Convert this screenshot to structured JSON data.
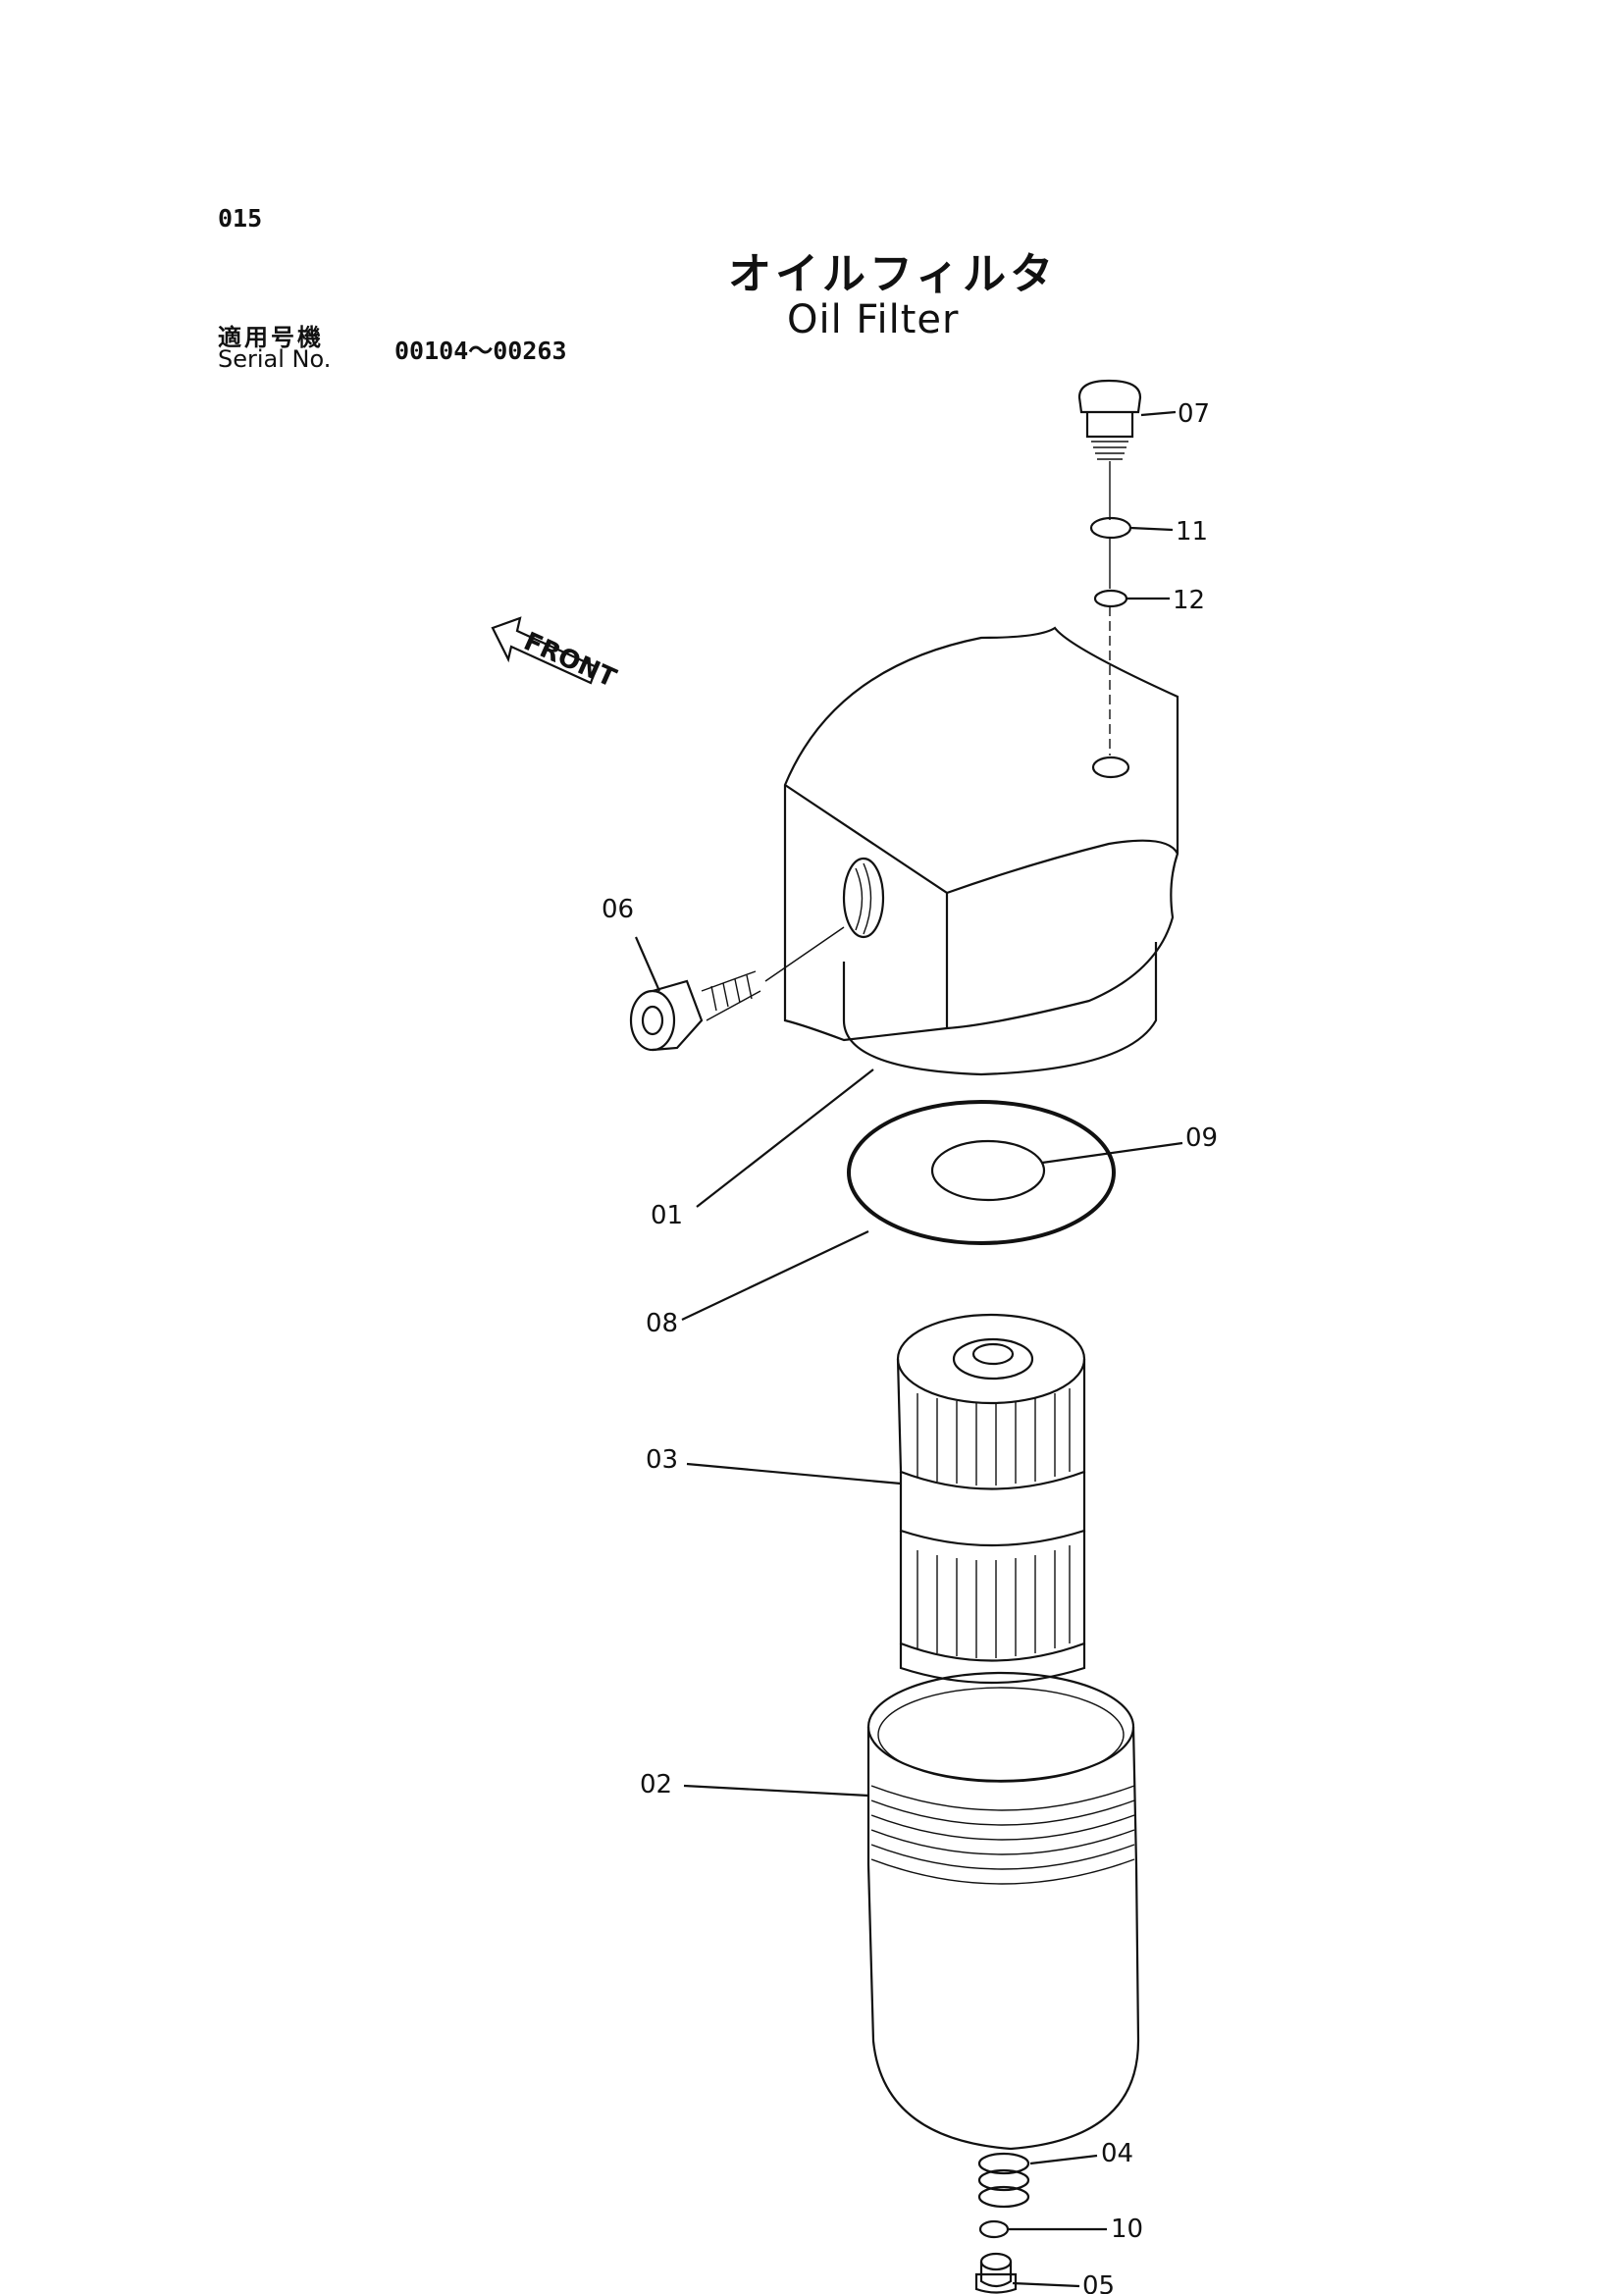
{
  "page_number": "015",
  "title": {
    "japanese": "オイルフィルタ",
    "english": "Oil Filter"
  },
  "serial": {
    "label_japanese": "適用号機",
    "label_english": "Serial No.",
    "range": "00104～00263"
  },
  "direction_arrow": {
    "text": "FRONT",
    "icon": "front-arrow-icon"
  },
  "parts": [
    {
      "ref": "01",
      "label": "01"
    },
    {
      "ref": "02",
      "label": "02"
    },
    {
      "ref": "03",
      "label": "03"
    },
    {
      "ref": "04",
      "label": "04"
    },
    {
      "ref": "05",
      "label": "05"
    },
    {
      "ref": "06",
      "label": "06"
    },
    {
      "ref": "07",
      "label": "07"
    },
    {
      "ref": "08",
      "label": "08"
    },
    {
      "ref": "09",
      "label": "09"
    },
    {
      "ref": "10",
      "label": "10"
    },
    {
      "ref": "11",
      "label": "11"
    },
    {
      "ref": "12",
      "label": "12"
    }
  ]
}
